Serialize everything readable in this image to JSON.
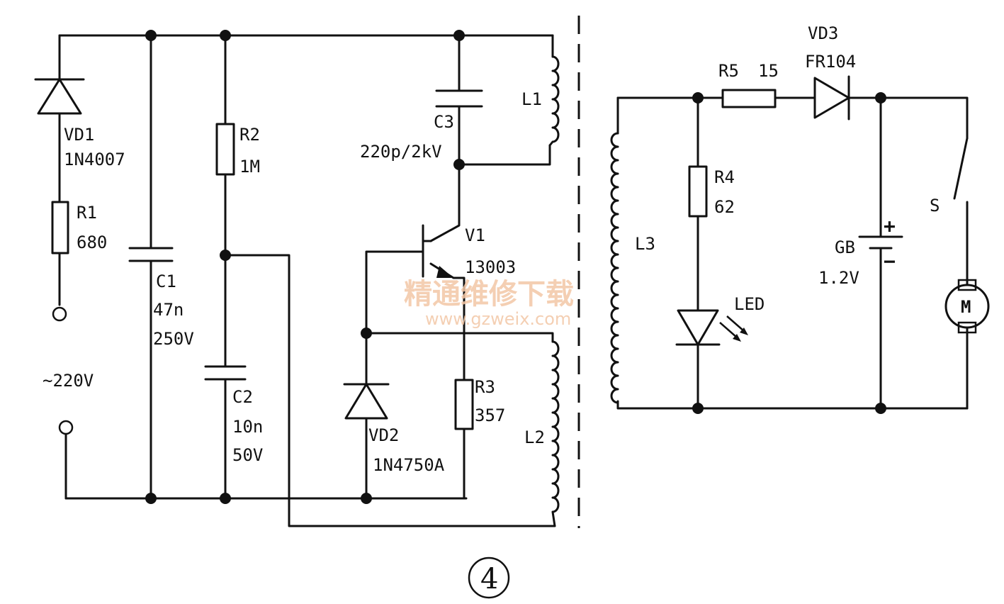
{
  "figure_number": "4",
  "watermark": {
    "title": "精通维修下载",
    "url": "www.gzweix.com"
  },
  "components": {
    "vd1": {
      "ref": "VD1",
      "value": "1N4007"
    },
    "r1": {
      "ref": "R1",
      "value": "680"
    },
    "c1": {
      "ref": "C1",
      "value": "47n",
      "voltage": "250V"
    },
    "r2": {
      "ref": "R2",
      "value": "1M"
    },
    "c2": {
      "ref": "C2",
      "value": "10n",
      "voltage": "50V"
    },
    "c3": {
      "ref": "C3",
      "value": "220p/2kV"
    },
    "l1": {
      "ref": "L1"
    },
    "v1": {
      "ref": "V1",
      "value": "13003"
    },
    "vd2": {
      "ref": "VD2",
      "value": "1N4750A"
    },
    "r3": {
      "ref": "R3",
      "value": "357"
    },
    "l2": {
      "ref": "L2"
    },
    "l3": {
      "ref": "L3"
    },
    "r4": {
      "ref": "R4",
      "value": "62"
    },
    "led": {
      "ref": "LED"
    },
    "r5": {
      "ref": "R5",
      "value": "15"
    },
    "vd3": {
      "ref": "VD3",
      "value": "FR104"
    },
    "gb": {
      "ref": "GB",
      "value": "1.2V",
      "plus": "+",
      "minus": "−"
    },
    "s": {
      "ref": "S"
    },
    "m": {
      "ref": "M"
    }
  },
  "input": {
    "label": "~220V"
  }
}
